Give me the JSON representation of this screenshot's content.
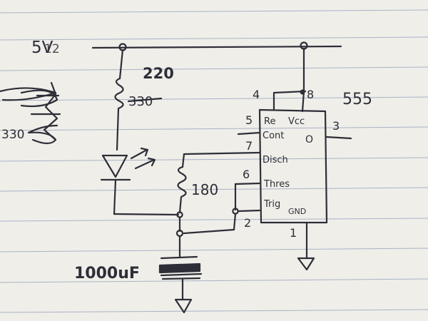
{
  "supply": {
    "label": "5V",
    "overwrite": "12"
  },
  "resistor_top": {
    "value_new": "220",
    "value_old": "330"
  },
  "resistor_timing": {
    "value": "180"
  },
  "capacitor": {
    "value": "1000uF"
  },
  "ic": {
    "name": "555",
    "pins": {
      "reset": "4",
      "vcc": "8",
      "cont": "5",
      "out": "3",
      "disch": "7",
      "thres": "6",
      "trig": "2",
      "gnd": "1"
    },
    "pin_labels": {
      "reset": "Re",
      "vcc": "Vcc",
      "cont": "Cont",
      "out": "O",
      "disch": "Disch",
      "thres": "Thres",
      "trig": "Trig",
      "gnd": "GND"
    }
  },
  "margin_scribble": {
    "value": "330"
  },
  "colors": {
    "ink": "#2e2e38",
    "paper": "#efeee9",
    "rule": "#aab2c4"
  }
}
